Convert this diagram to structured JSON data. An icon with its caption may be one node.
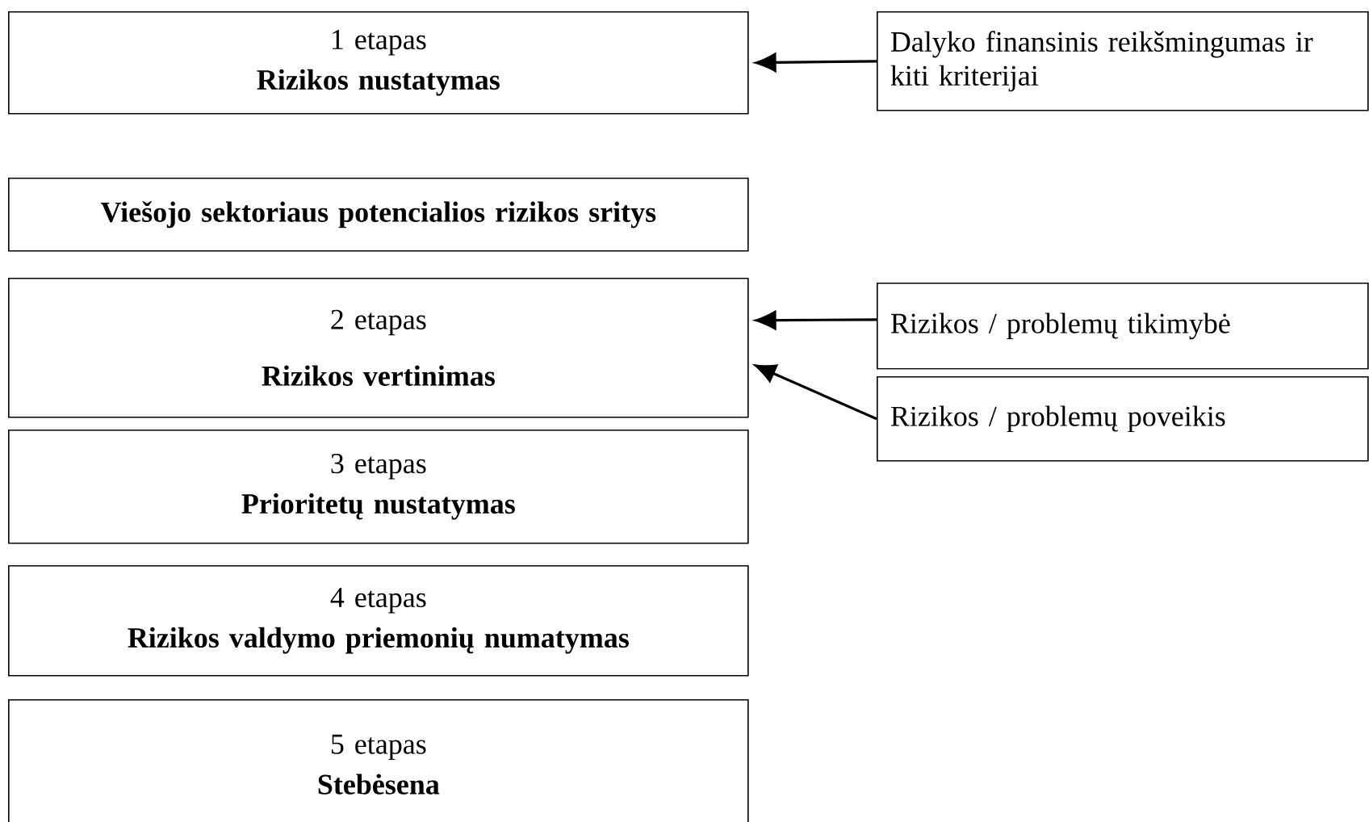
{
  "diagram": {
    "nodes": [
      {
        "text": [
          "1 etapas",
          "Rizikos nustatymas"
        ]
      },
      {
        "text": [
          "Dalyko finansinis reikšmingumas ir kiti kriterijai"
        ]
      },
      {
        "text": [
          "Viešojo sektoriaus potencialios rizikos sritys"
        ]
      },
      {
        "text": [
          "2 etapas",
          "Rizikos vertinimas"
        ]
      },
      {
        "text": [
          "Rizikos / problemų tikimybė"
        ]
      },
      {
        "text": [
          "Rizikos / problemų poveikis"
        ]
      },
      {
        "text": [
          "3 etapas",
          "Prioritetų nustatymas"
        ]
      },
      {
        "text": [
          "4 etapas",
          "Rizikos valdymo priemonių numatymas"
        ]
      },
      {
        "text": [
          "5 etapas",
          "Stebėsena"
        ]
      }
    ],
    "edges": [
      {
        "from": 1,
        "to": 0,
        "arrow": "to"
      },
      {
        "from": 4,
        "to": 3,
        "arrow": "to"
      },
      {
        "from": 5,
        "to": 3,
        "arrow": "to"
      }
    ]
  }
}
